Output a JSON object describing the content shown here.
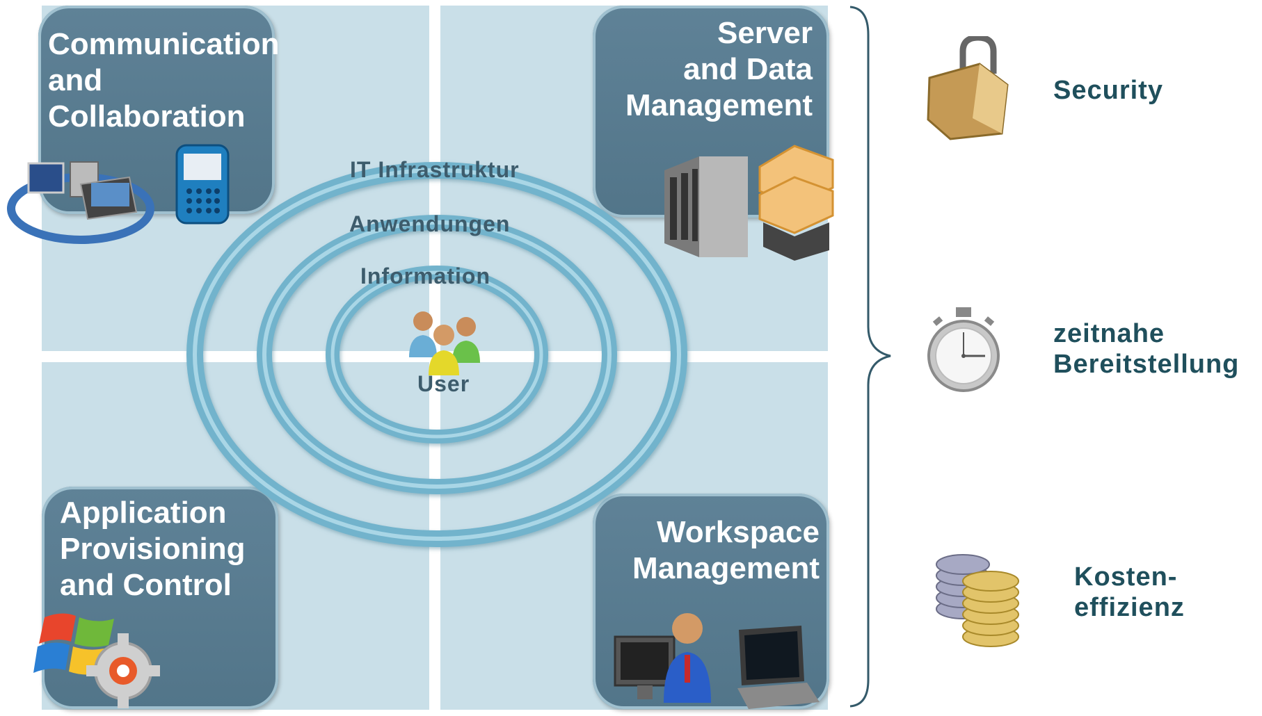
{
  "quadrants": {
    "top_left": {
      "title": "Communication\nand\nCollaboration"
    },
    "top_right": {
      "title": "Server\nand Data\nManagement"
    },
    "bottom_left": {
      "title": "Application\nProvisioning\nand Control"
    },
    "bottom_right": {
      "title": "Workspace\nManagement"
    }
  },
  "rings": {
    "outer": "IT Infrastruktur",
    "middle": "Anwendungen",
    "inner": "Information",
    "center": "User"
  },
  "benefits": [
    {
      "label": "Security",
      "icon": "padlock-icon"
    },
    {
      "label": "zeitnahe\nBereitstellung",
      "icon": "stopwatch-icon"
    },
    {
      "label": "Kosten-\neffizienz",
      "icon": "coins-icon"
    }
  ],
  "colors": {
    "quadrant_bg": "#c9dfe8",
    "box_bg": "#5f8297",
    "ring": "#72b3cc",
    "benefit_text": "#1f4f5c"
  }
}
